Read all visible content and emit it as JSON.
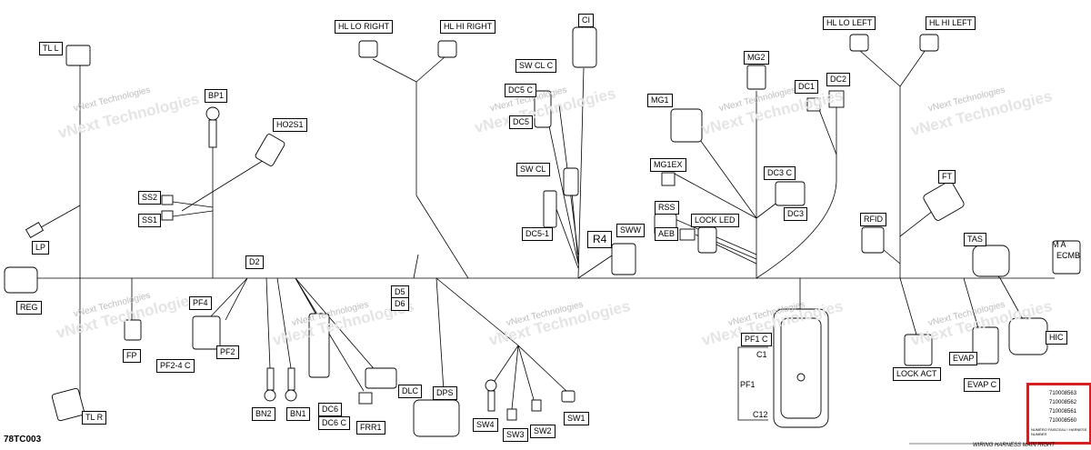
{
  "diagram": {
    "code": "78TC003",
    "footer_title": "WIRING HARNESS  MAIN  RIGHT",
    "watermark_small": "vNext Technologies",
    "watermark_large": "vNext Technologies",
    "part_numbers": [
      "710008563",
      "710008562",
      "710008561",
      "710008560"
    ],
    "part_numbers_caption": "NUMÉRO FAISCEAU / HARNESS NUMBER",
    "labels": {
      "tl_l": "TL  L",
      "bp1": "BP1",
      "ho2s1": "HO2S1",
      "ss2": "SS2",
      "ss1": "SS1",
      "lp": "LP",
      "reg": "REG",
      "fp": "FP",
      "tl_r": "TL  R",
      "d2": "D2",
      "pf4": "PF4",
      "pf2": "PF2",
      "pf2_4c": "PF2-4  C",
      "bn2": "BN2",
      "bn1": "BN1",
      "dc6": "DC6",
      "dc6c": "DC6  C",
      "frr1": "FRR1",
      "dlc": "DLC",
      "d5": "D5",
      "d6": "D6",
      "dps": "DPS",
      "sw4": "SW4",
      "sw3": "SW3",
      "sw2": "SW2",
      "sw1": "SW1",
      "hl_lo_right": "HL  LO RIGHT",
      "hl_hi_right": "HL  HI RIGHT",
      "ci": "CI",
      "sw_cl_c": "SW  CL  C",
      "dc5c": "DC5  C",
      "dc5": "DC5",
      "sw_cl": "SW  CL",
      "dc5_1": "DC5-1",
      "r4": "R4",
      "sww": "SWW",
      "mg2": "MG2",
      "mg1": "MG1",
      "mg1ex": "MG1EX",
      "dc1": "DC1",
      "dc2": "DC2",
      "dc3c": "DC3  C",
      "dc3": "DC3",
      "rss": "RSS",
      "lock_led": "LOCK LED",
      "aeb": "AEB",
      "hl_lo_left": "HL  LO LEFT",
      "hl_hi_left": "HL  HI LEFT",
      "ft": "FT",
      "rfid": "RFID",
      "tas": "TAS",
      "ma": "M   A",
      "ecmb": "ECMB",
      "pf1c": "PF1  C",
      "c1": "C1",
      "pf1": "PF1",
      "c12": "C12",
      "evap": "EVAP",
      "evap_c": "EVAP  C",
      "lock_act": "LOCK  ACT",
      "hic": "HIC"
    },
    "colors": {
      "line": "#000000",
      "highlight": "#d32020",
      "watermark": "#bdbdbd"
    }
  }
}
